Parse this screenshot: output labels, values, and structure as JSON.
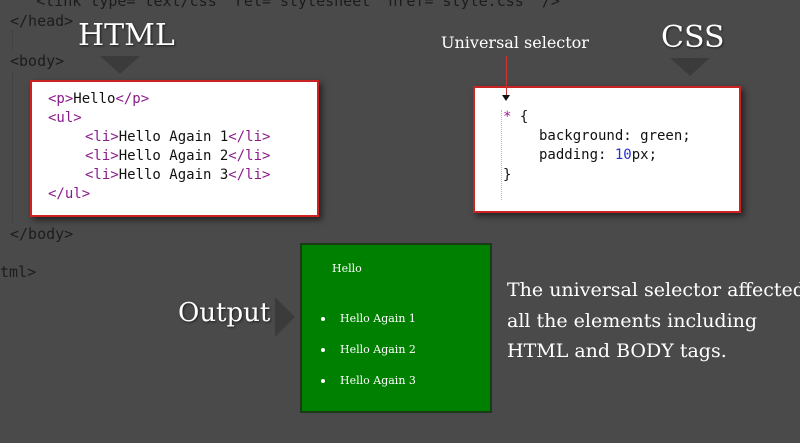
{
  "background_code": {
    "line_link": "    <link type=\"text/css\" rel=\"stylesheet\" href=\"style.css\" />",
    "line_head_close": "</head>",
    "line_body_open": "<body>",
    "line_body_close": "</body>",
    "line_html_close": "tml>"
  },
  "html_panel": {
    "heading": "HTML",
    "code": {
      "p_open": "<p>",
      "p_text": "Hello",
      "p_close": "</p>",
      "ul_open": "<ul>",
      "li_open": "<li>",
      "li_close": "</li>",
      "items": [
        "Hello Again 1",
        "Hello Again 2",
        "Hello Again 3"
      ],
      "ul_close": "</ul>"
    }
  },
  "css_panel": {
    "heading": "CSS",
    "annotation": "Universal selector",
    "code": {
      "selector": "*",
      "open_brace": " {",
      "prop_background": "background: green;",
      "prop_padding_name": "padding: ",
      "prop_padding_value": "10",
      "prop_padding_unit": "px;",
      "close_brace": "}"
    }
  },
  "output_panel": {
    "label": "Output",
    "paragraph": "Hello",
    "items": [
      "Hello Again 1",
      "Hello Again 2",
      "Hello Again 3"
    ],
    "background_color": "#008000"
  },
  "description": {
    "lines": [
      "The universal selector affected",
      "all the elements including",
      "HTML and BODY tags."
    ]
  }
}
